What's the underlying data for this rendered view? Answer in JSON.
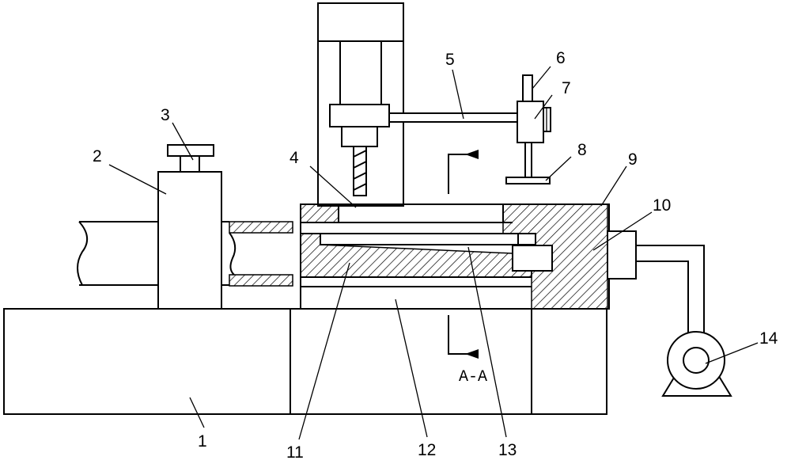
{
  "labels": {
    "l1": "1",
    "l2": "2",
    "l3": "3",
    "l4": "4",
    "l5": "5",
    "l6": "6",
    "l7": "7",
    "l8": "8",
    "l9": "9",
    "l10": "10",
    "l11": "11",
    "l12": "12",
    "l13": "13",
    "l14": "14"
  },
  "section_label": "A-A"
}
